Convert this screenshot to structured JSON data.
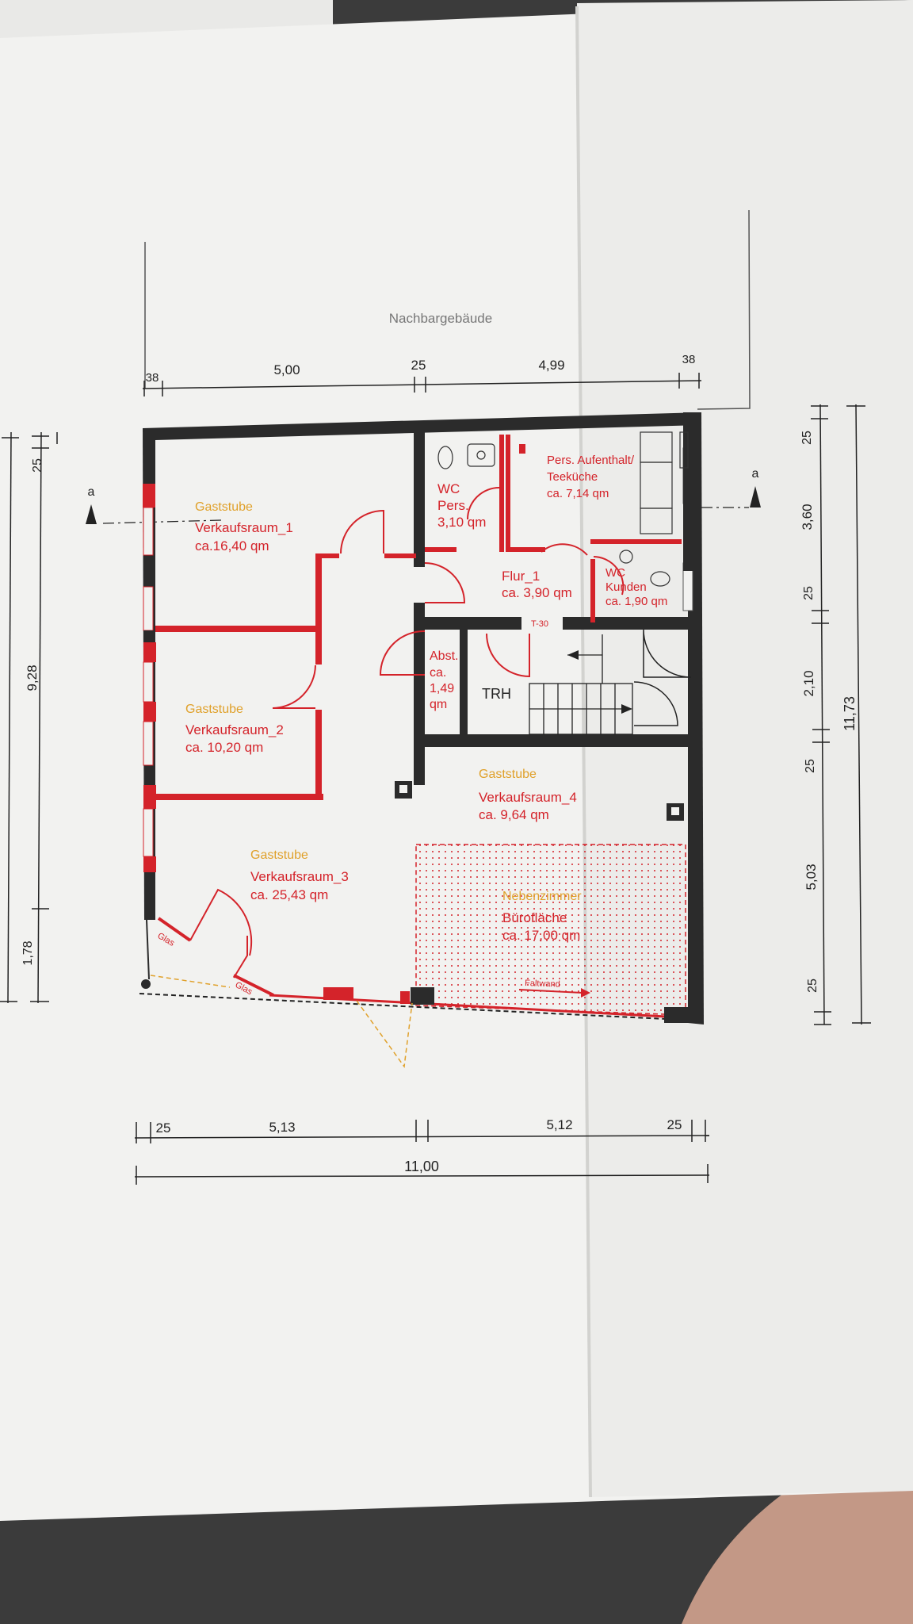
{
  "neighbor": "Nachbargebäude",
  "section_marker": "a",
  "dims_top": [
    "38",
    "5,00",
    "25",
    "4,99",
    "38"
  ],
  "dims_left": [
    "25",
    "9,28",
    "1,78"
  ],
  "dims_right_parts": [
    "25",
    "3,60",
    "25",
    "2,10",
    "25",
    "5,03",
    "25"
  ],
  "dims_right_total": "11,73",
  "dims_bottom": [
    "25",
    "5,13",
    "5,12",
    "25"
  ],
  "dims_bottom_total": "11,00",
  "rooms": {
    "r1": {
      "old": "Gaststube",
      "name": "Verkaufsraum_1",
      "area": "ca.16,40 qm"
    },
    "r2": {
      "old": "Gaststube",
      "name": "Verkaufsraum_2",
      "area": "ca. 10,20 qm"
    },
    "r3": {
      "old": "Gaststube",
      "name": "Verkaufsraum_3",
      "area": "ca. 25,43 qm"
    },
    "r4": {
      "old": "Gaststube",
      "name": "Verkaufsraum_4",
      "area": "ca. 9,64 qm"
    },
    "wc_pers": {
      "l1": "WC",
      "l2": "Pers.",
      "l3": "3,10 qm"
    },
    "pers_aufenthalt": {
      "l1": "Pers. Aufenthalt/",
      "l2": "Teeküche",
      "l3": "ca. 7,14 qm"
    },
    "flur": {
      "l1": "Flur_1",
      "l2": "ca. 3,90 qm"
    },
    "wc_kunden": {
      "l1": "WC",
      "l2": "Kunden",
      "l3": "ca. 1,90 qm"
    },
    "abst": {
      "l1": "Abst.",
      "l2": "ca.",
      "l3": "1,49",
      "l4": "qm"
    },
    "trh": "TRH",
    "t30": "T-30",
    "nebenzimmer": {
      "old": "Nebenzimmer",
      "name": "Bürofläche",
      "area": "ca. 17,00 qm"
    },
    "faltwand": "Faltwand",
    "glas1": "Glas",
    "glas2": "Glas"
  },
  "colors": {
    "red": "#d4232a",
    "orange": "#e0a12b",
    "wall": "#2b2b2b",
    "paper": "#f4f4f2"
  }
}
